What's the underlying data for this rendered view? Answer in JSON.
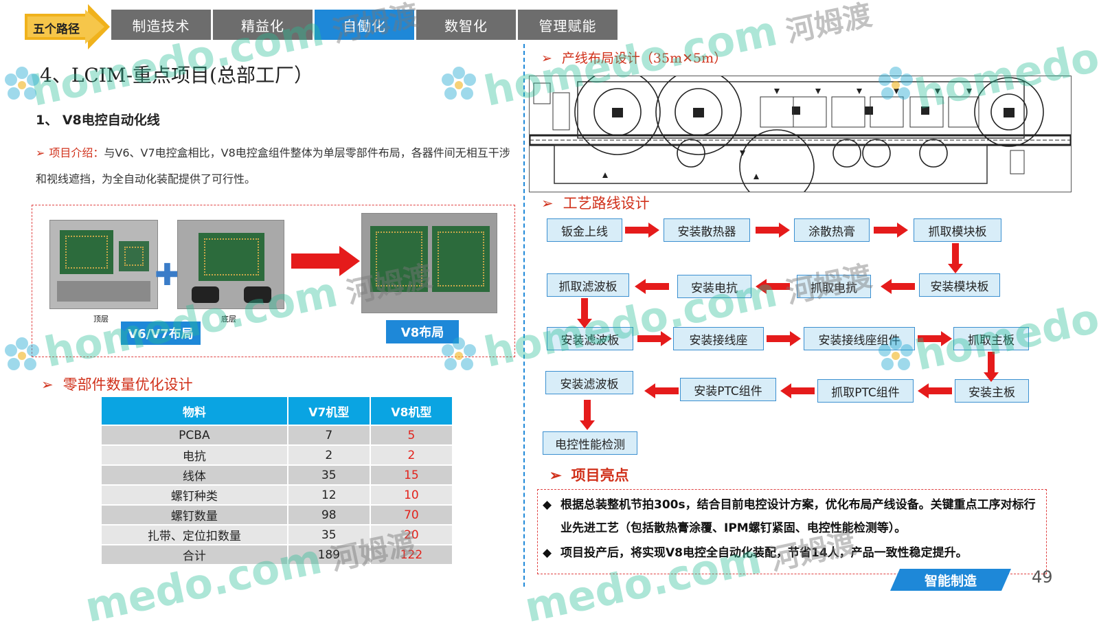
{
  "nav": {
    "badge": "五个路径",
    "tabs": [
      "制造技术",
      "精益化",
      "自働化",
      "数智化",
      "管理赋能"
    ],
    "active_index": 2
  },
  "section_title": "4、LCIM-重点项目(总部工厂）",
  "subsection": "1、 V8电控自动化线",
  "intro": {
    "key": "项目介绍：",
    "text": "与V6、V7电控盒相比，V8电控盒组件整体为单层零部件布局，各器件间无相互干涉和视线遮挡，为全自动化装配提供了可行性。"
  },
  "layout_compare": {
    "top_layer": "顶层",
    "bottom_layer": "底层",
    "v6v7": "V6/V7布局",
    "v8": "V8布局"
  },
  "parts_title": "零部件数量优化设计",
  "parts_table": {
    "headers": [
      "物料",
      "V7机型",
      "V8机型"
    ],
    "rows": [
      [
        "PCBA",
        "7",
        "5"
      ],
      [
        "电抗",
        "2",
        "2"
      ],
      [
        "线体",
        "35",
        "15"
      ],
      [
        "螺钉种类",
        "12",
        "10"
      ],
      [
        "螺钉数量",
        "98",
        "70"
      ],
      [
        "扎带、定位扣数量",
        "35",
        "20"
      ],
      [
        "合计",
        "189",
        "122"
      ]
    ]
  },
  "layout_title": "产线布局设计（35m✕5m）",
  "process_title": "工艺路线设计",
  "flow": [
    "钣金上线",
    "安装散热器",
    "涂散热膏",
    "抓取模块板",
    "安装模块板",
    "抓取电抗",
    "安装电抗",
    "抓取滤波板",
    "安装滤波板",
    "安装接线座",
    "安装接线座组件",
    "抓取主板",
    "安装主板",
    "抓取PTC组件",
    "安装PTC组件",
    "安装滤波板",
    "电控性能检测"
  ],
  "highlights_title": "项目亮点",
  "highlights": [
    "根据总装整机节拍300s，结合目前电控设计方案，优化布局产线设备。关键重点工序对标行业先进工艺（包括散热膏涂覆、IPM螺钉紧固、电控性能检测等）。",
    "项目投产后，将实现V8电控全自动化装配，节省14人，产品一致性稳定提升。"
  ],
  "footer": {
    "tag": "智能制造",
    "page": "49"
  },
  "watermark": {
    "en": "homedo.com",
    "cn": "河姆渡"
  },
  "colors": {
    "accent_blue": "#1e88d8",
    "red": "#d0301a",
    "table_head": "#0aa4e2",
    "tab_gray": "#6d6d6d"
  }
}
